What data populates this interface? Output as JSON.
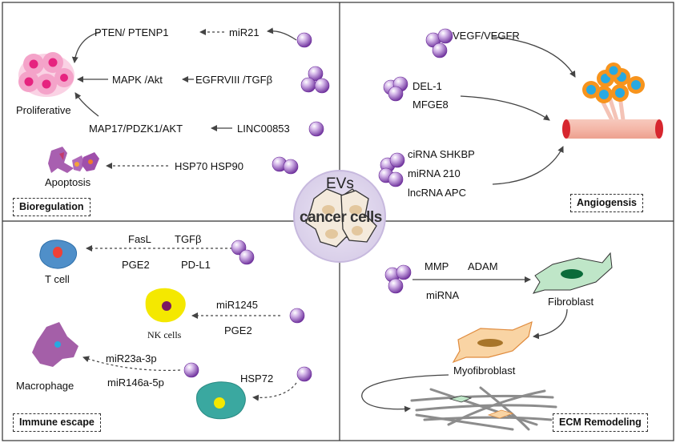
{
  "center": {
    "evs": "EVs",
    "cancer_cells": "cancer cells"
  },
  "quadrants": {
    "bioregulation": {
      "title": "Bioregulation",
      "proliferative": "Proliferative",
      "apoptosis": "Apoptosis",
      "targets": [
        "PTEN/ PTENP1",
        "MAPK /Akt",
        "MAP17/PDZK1/AKT"
      ],
      "cargo": [
        "miR21",
        "EGFRVIII /TGFβ",
        "LINC00853",
        "HSP70 HSP90"
      ]
    },
    "angiogenesis": {
      "title": "Angiogensis",
      "cargo": [
        "VEGF/VEGFR",
        "DEL-1",
        "MFGE8",
        "ciRNA SHKBP",
        "miRNA 210",
        "lncRNA APC"
      ]
    },
    "immune_escape": {
      "title": "Immune escape",
      "t_cell": "T cell",
      "nk_cells": "NK cells",
      "macrophage": "Macrophage",
      "cargo": [
        "FasL",
        "TGFβ",
        "PGE2",
        "PD-L1",
        "miR1245",
        "PGE2",
        "miR23a-3p",
        "miR146a-5p",
        "HSP72"
      ]
    },
    "ecm": {
      "title": "ECM Remodeling",
      "fibroblast": "Fibroblast",
      "myofibroblast": "Myofibroblast",
      "cargo": [
        "MMP",
        "ADAM",
        "miRNA"
      ]
    }
  },
  "colors": {
    "vesicle": "#9a5bc0",
    "proliferative": "#e8308a",
    "arrow": "#444444",
    "fibroblast": "#bfe6c8",
    "myofibroblast": "#f9d4a4",
    "nk_cell": "#f4e800",
    "macrophage": "#a45fa8"
  }
}
